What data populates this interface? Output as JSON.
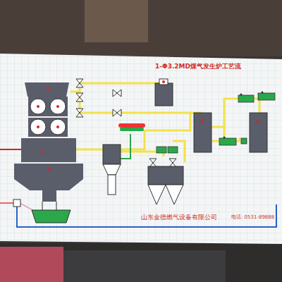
{
  "diagram": {
    "title": "1-Φ3.2MD煤气发生炉工艺流",
    "labels": [
      "山东金德燃气设备有限公司",
      "电话: 0531-89888"
    ]
  }
}
